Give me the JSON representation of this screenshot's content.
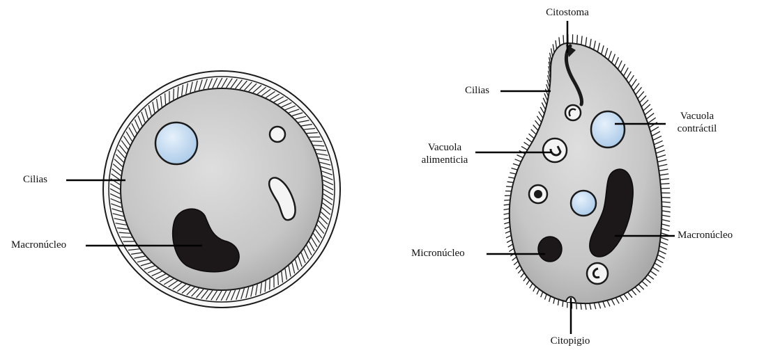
{
  "left_cell": {
    "labels": {
      "cilias": "Cilias",
      "macronucleo": "Macronúcleo"
    }
  },
  "right_cell": {
    "labels": {
      "citostoma": "Citostoma",
      "cilias": "Cilias",
      "vacuola_contractil": [
        "Vacuola",
        "contráctil"
      ],
      "vacuola_alimenticia": [
        "Vacuola",
        "alimenticia"
      ],
      "macronucleo": "Macronúcleo",
      "micronucleo": "Micronúcleo",
      "citopigio": "Citopigio"
    }
  },
  "colors": {
    "cell_fill": "#c9c9c9",
    "outline": "#1a1a1a",
    "vacuole_blue": "#bcd6ee",
    "nucleus": "#1c1718"
  }
}
